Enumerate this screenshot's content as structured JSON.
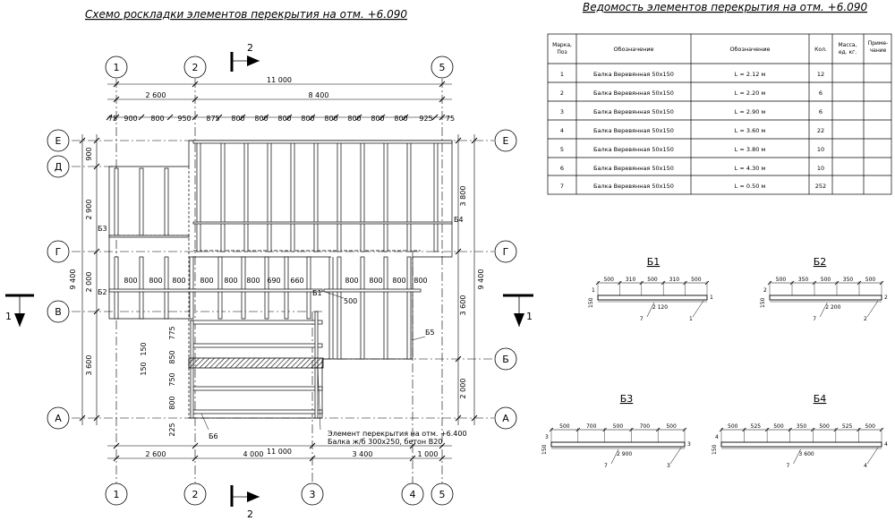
{
  "plan": {
    "title": "Схемо роскладки элементов перекрытия на отм. +6.090",
    "axes_top": [
      "1",
      "2",
      "5"
    ],
    "axes_bottom": [
      "1",
      "2",
      "3",
      "4",
      "5"
    ],
    "axes_left": [
      "Е",
      "Д",
      "Г",
      "В",
      "А"
    ],
    "axes_right": [
      "Е",
      "Г",
      "Б",
      "А"
    ],
    "top_overall": "11 000",
    "top_split": [
      "2 600",
      "8 400"
    ],
    "top_spacing": [
      "75",
      "900",
      "800",
      "950",
      "875",
      "800",
      "800",
      "800",
      "800",
      "800",
      "800",
      "800",
      "800",
      "925",
      "75"
    ],
    "left_dims": [
      "900",
      "2 900",
      "2 000",
      "3 600"
    ],
    "left_total": "9 400",
    "right_dims": [
      "3 800",
      "3 600",
      "2 000"
    ],
    "right_total": "9 400",
    "bottom_dims": [
      "2 600",
      "4 000",
      "3 400",
      "1 000"
    ],
    "bottom_total": "11 000",
    "mid_spacing": [
      "800",
      "800",
      "800",
      "800",
      "800",
      "800",
      "690",
      "660"
    ],
    "mid_spacing_right": [
      "800",
      "800",
      "800",
      "800"
    ],
    "stair_dims": [
      "775",
      "850",
      "750",
      "800",
      "225"
    ],
    "beam_labels": [
      "Б1",
      "Б2",
      "Б3",
      "Б4",
      "Б5",
      "Б6"
    ],
    "misc_labels": [
      "500",
      "150",
      "150"
    ],
    "section_mark": "1",
    "section_mark_2": "2",
    "note_line1": "Элемент перекрытия на отм. +6.400",
    "note_line2": "Балка ж/б 300х250, бетон В20"
  },
  "spec": {
    "title": "Ведомость элементов перекрытия на отм. +6.090",
    "headers": [
      "Марка, Поз",
      "Обозначение",
      "Обозначение",
      "Кол.",
      "Масса, ед. кг.",
      "Приме- чание"
    ],
    "rows": [
      [
        "1",
        "Балка Веревянная 50х150",
        "L = 2.12 м",
        "12",
        "",
        ""
      ],
      [
        "2",
        "Балка Веревянная 50х150",
        "L = 2.20 м",
        "6",
        "",
        ""
      ],
      [
        "3",
        "Балка Веревянная 50х150",
        "L = 2.90 м",
        "6",
        "",
        ""
      ],
      [
        "4",
        "Балка Веревянная 50х150",
        "L = 3.60 м",
        "22",
        "",
        ""
      ],
      [
        "5",
        "Балка Веревянная 50х150",
        "L = 3.80 м",
        "10",
        "",
        ""
      ],
      [
        "6",
        "Балка Веревянная 50х150",
        "L = 4.30 м",
        "10",
        "",
        ""
      ],
      [
        "7",
        "Балка Веревянная 50х150",
        "L = 0.50 м",
        "252",
        "",
        ""
      ]
    ]
  },
  "beams": [
    {
      "title": "Б1",
      "end_a": "1",
      "end_b": "1",
      "dims": [
        "500",
        "310",
        "500",
        "310",
        "500"
      ],
      "length": "2 120",
      "callout": "7",
      "h": "150"
    },
    {
      "title": "Б2",
      "end_a": "2",
      "end_b": "2",
      "dims": [
        "500",
        "350",
        "500",
        "350",
        "500"
      ],
      "length": "2 200",
      "callout": "7",
      "h": "150"
    },
    {
      "title": "Б3",
      "end_a": "3",
      "end_b": "3",
      "dims": [
        "500",
        "700",
        "500",
        "700",
        "500"
      ],
      "length": "2 900",
      "callout": "7",
      "h": "150"
    },
    {
      "title": "Б4",
      "end_a": "4",
      "end_b": "4",
      "dims": [
        "500",
        "525",
        "500",
        "350",
        "500",
        "525",
        "500"
      ],
      "length": "3 600",
      "callout": "7",
      "h": "150"
    }
  ]
}
